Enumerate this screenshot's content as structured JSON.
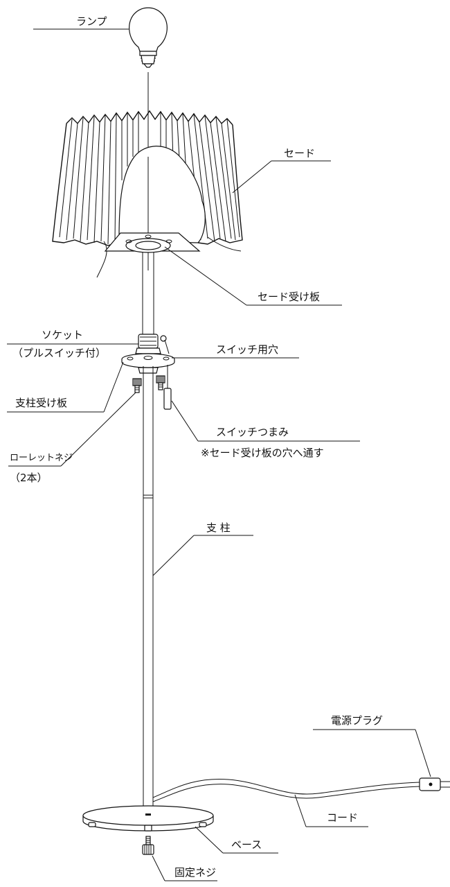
{
  "labels": {
    "lamp": "ランプ",
    "shade": "セード",
    "shade_plate": "セード受け板",
    "socket": "ソケット",
    "socket_note": "（プルスイッチ付）",
    "switch_hole": "スイッチ用穴",
    "pole_plate": "支柱受け板",
    "knurled_screw": "ローレットネジ",
    "knurled_screw_count": "（2本）",
    "switch_knob": "スイッチつまみ",
    "switch_knob_note": "※セード受け板の穴へ通す",
    "pole": "支 柱",
    "plug": "電源プラグ",
    "cord": "コード",
    "base": "ベース",
    "fixing_screw": "固定ネジ"
  }
}
